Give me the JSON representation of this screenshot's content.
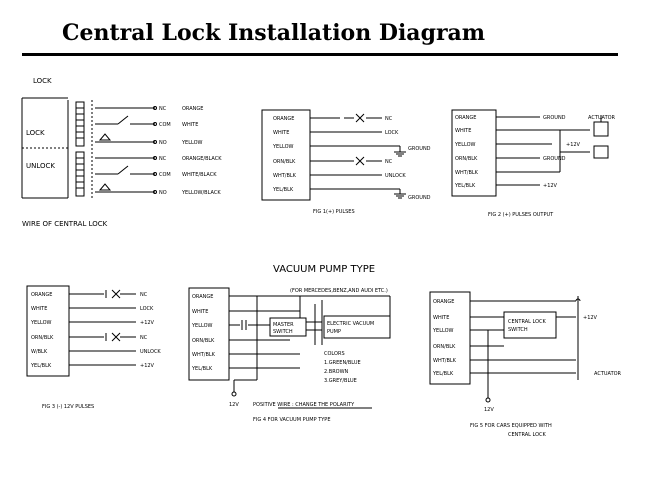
{
  "title": "Central Lock Installation Diagram",
  "lock_section": {
    "heading": "LOCK",
    "relay_labels": [
      "LOCK",
      "UNLOCK"
    ],
    "terminals": [
      "NC",
      "COM",
      "NO",
      "NC",
      "COM",
      "NO"
    ],
    "wires": [
      "ORANGE",
      "WHITE",
      "YELLOW",
      "ORANGE/BLACK",
      "WHITE/BLACK",
      "YELLOW/BLACK"
    ],
    "caption": "WIRE OF CENTRAL LOCK"
  },
  "fig1": {
    "wires": [
      "ORANGE",
      "WHITE",
      "YELLOW",
      "ORN/BLK",
      "WHT/BLK",
      "YEL/BLK"
    ],
    "outputs": [
      "NC",
      "LOCK",
      "GROUND",
      "NC",
      "UNLOCK",
      "GROUND"
    ],
    "caption": "FIG 1(+) PULSES"
  },
  "fig2": {
    "wires": [
      "ORANGE",
      "WHITE",
      "YELLOW",
      "ORN/BLK",
      "WHT/BLK",
      "YEL/BLK"
    ],
    "outputs": [
      "GROUND",
      "+12V",
      "GROUND",
      "+12V"
    ],
    "actuator": "ACTUATOR",
    "caption": "FIG 2 (+) PULSES OUTPUT"
  },
  "vacuum_heading": "VACUUM PUMP TYPE",
  "fig3": {
    "wires": [
      "ORANGE",
      "WHITE",
      "YELLOW",
      "ORN/BLK",
      "W/BLK",
      "YEL/BLK"
    ],
    "outputs": [
      "NC",
      "LOCK",
      "+12V",
      "NC",
      "UNLOCK",
      "+12V"
    ],
    "caption": "FIG 3 (-) 12V PULSES"
  },
  "fig4": {
    "wires": [
      "ORANGE",
      "WHITE",
      "YELLOW",
      "ORN/BLK",
      "WHT/BLK",
      "YEL/BLK"
    ],
    "note_top": "(FOR MERCEDES,BENZ,AND AUDI ETC.)",
    "master_switch": [
      "MASTER",
      "SWITCH"
    ],
    "pump": [
      "ELECTRIC VACUUM",
      "PUMP"
    ],
    "colors": [
      "COLORS",
      "1.GREEN/BLUE",
      "2.BROWN",
      "3.GREY/BLUE"
    ],
    "supply": "12V",
    "polarity_note": "POSITIVE WIRE : CHANGE THE POLARITY",
    "caption": "FIG 4 FOR VACUUM PUMP TYPE"
  },
  "fig5": {
    "wires": [
      "ORANGE",
      "WHITE",
      "YELLOW",
      "ORN/BLK",
      "WHT/BLK",
      "YEL/BLK"
    ],
    "switch": [
      "CENTRAL LOCK",
      "SWITCH"
    ],
    "supply_right": "+12V",
    "actuator": "ACTUATOR",
    "supply_bottom": "12V",
    "caption_1": "FIG 5 FOR CARS EQUIPPED WITH",
    "caption_2": "CENTRAL LOCK"
  }
}
